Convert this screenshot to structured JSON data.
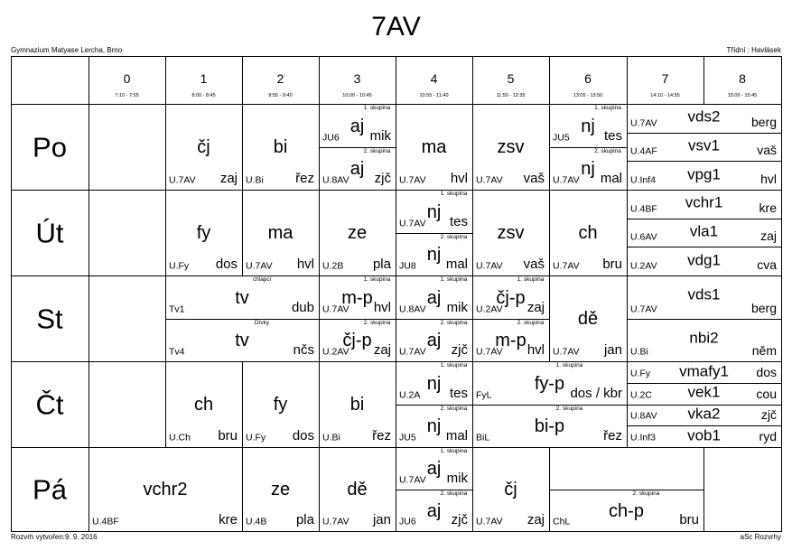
{
  "title": "7AV",
  "school": "Gymnazium Matyase Lercha, Brno",
  "class_teacher": "Třídní : Havlásek",
  "footer_left": "Rozvrh vytvořen:9. 9. 2016",
  "footer_right": "aSc Rozvrhy",
  "periods": [
    {
      "n": "0",
      "t": "7:10 - 7:55"
    },
    {
      "n": "1",
      "t": "8:00 - 8:45"
    },
    {
      "n": "2",
      "t": "8:55 - 9:40"
    },
    {
      "n": "3",
      "t": "10:00 - 10:45"
    },
    {
      "n": "4",
      "t": "10:55 - 11:40"
    },
    {
      "n": "5",
      "t": "11:50 - 12:35"
    },
    {
      "n": "6",
      "t": "13:05 - 13:50"
    },
    {
      "n": "7",
      "t": "14:10 - 14:55"
    },
    {
      "n": "8",
      "t": "15:00 - 15:45"
    }
  ],
  "days": [
    "Po",
    "Út",
    "St",
    "Čt",
    "Pá"
  ],
  "lessons": [
    {
      "d": 0,
      "p0": 1,
      "p1": 1,
      "s": "čj",
      "r": "U.7AV",
      "t": "zaj"
    },
    {
      "d": 0,
      "p0": 2,
      "p1": 2,
      "s": "bi",
      "r": "U.Bi",
      "t": "řez"
    },
    {
      "d": 0,
      "p0": 3,
      "p1": 3,
      "k": 0,
      "n": 2,
      "g": "1. skupina",
      "s": "aj",
      "t": "mik",
      "r": "JU6",
      "st": "a"
    },
    {
      "d": 0,
      "p0": 3,
      "p1": 3,
      "k": 1,
      "n": 2,
      "g": "2. skupina",
      "s": "aj",
      "t": "zjč",
      "r": "U.8AV",
      "st": "b"
    },
    {
      "d": 0,
      "p0": 4,
      "p1": 4,
      "s": "ma",
      "r": "U.7AV",
      "t": "hvl"
    },
    {
      "d": 0,
      "p0": 5,
      "p1": 5,
      "s": "zsv",
      "r": "U.7AV",
      "t": "vaš"
    },
    {
      "d": 0,
      "p0": 6,
      "p1": 6,
      "k": 0,
      "n": 2,
      "g": "1. skupina",
      "s": "nj",
      "t": "tes",
      "r": "JU5",
      "st": "a"
    },
    {
      "d": 0,
      "p0": 6,
      "p1": 6,
      "k": 1,
      "n": 2,
      "g": "2. skupina",
      "s": "nj",
      "t": "mal",
      "r": "U.7AV",
      "st": "b"
    },
    {
      "d": 0,
      "p0": 7,
      "p1": 8,
      "k": 0,
      "n": 3,
      "s": "vds2",
      "r": "U.7AV",
      "t": "berg",
      "st": "c"
    },
    {
      "d": 0,
      "p0": 7,
      "p1": 8,
      "k": 1,
      "n": 3,
      "s": "vsv1",
      "r": "U.4AF",
      "t": "vaš",
      "st": "c"
    },
    {
      "d": 0,
      "p0": 7,
      "p1": 8,
      "k": 2,
      "n": 3,
      "s": "vpg1",
      "r": "U.Inf4",
      "t": "hvl",
      "st": "c"
    },
    {
      "d": 1,
      "p0": 1,
      "p1": 1,
      "s": "fy",
      "r": "U.Fy",
      "t": "dos"
    },
    {
      "d": 1,
      "p0": 2,
      "p1": 2,
      "s": "ma",
      "r": "U.7AV",
      "t": "hvl"
    },
    {
      "d": 1,
      "p0": 3,
      "p1": 3,
      "s": "ze",
      "r": "U.2B",
      "t": "pla"
    },
    {
      "d": 1,
      "p0": 4,
      "p1": 4,
      "k": 0,
      "n": 2,
      "g": "1. skupina",
      "s": "nj",
      "t": "tes",
      "r": "U.7AV",
      "st": "b"
    },
    {
      "d": 1,
      "p0": 4,
      "p1": 4,
      "k": 1,
      "n": 2,
      "g": "2. skupina",
      "s": "nj",
      "t": "mal",
      "r": "JU8",
      "st": "b"
    },
    {
      "d": 1,
      "p0": 5,
      "p1": 5,
      "s": "zsv",
      "r": "U.7AV",
      "t": "vaš"
    },
    {
      "d": 1,
      "p0": 6,
      "p1": 6,
      "s": "ch",
      "r": "U.7AV",
      "t": "bru"
    },
    {
      "d": 1,
      "p0": 7,
      "p1": 8,
      "k": 0,
      "n": 3,
      "s": "vchr1",
      "r": "U.4BF",
      "t": "kre",
      "st": "c"
    },
    {
      "d": 1,
      "p0": 7,
      "p1": 8,
      "k": 1,
      "n": 3,
      "s": "vla1",
      "r": "U.6AV",
      "t": "zaj",
      "st": "c"
    },
    {
      "d": 1,
      "p0": 7,
      "p1": 8,
      "k": 2,
      "n": 3,
      "s": "vdg1",
      "r": "U.2AV",
      "t": "cva",
      "st": "c"
    },
    {
      "d": 2,
      "p0": 1,
      "p1": 2,
      "k": 0,
      "n": 2,
      "g": "chlapci",
      "s": "tv",
      "t": "dub",
      "r": "Tv1",
      "st": "d"
    },
    {
      "d": 2,
      "p0": 1,
      "p1": 2,
      "k": 1,
      "n": 2,
      "g": "Dívky",
      "s": "tv",
      "t": "nčs",
      "r": "Tv4",
      "st": "d"
    },
    {
      "d": 2,
      "p0": 3,
      "p1": 3,
      "k": 0,
      "n": 2,
      "g": "1. skupina",
      "s": "m-p",
      "t": "hvl",
      "r": "U.7AV",
      "st": "b"
    },
    {
      "d": 2,
      "p0": 3,
      "p1": 3,
      "k": 1,
      "n": 2,
      "g": "2. skupina",
      "s": "čj-p",
      "t": "zaj",
      "r": "U.2AV",
      "st": "b"
    },
    {
      "d": 2,
      "p0": 4,
      "p1": 4,
      "k": 0,
      "n": 2,
      "g": "1. skupina",
      "s": "aj",
      "t": "mik",
      "r": "U.8AV",
      "st": "b"
    },
    {
      "d": 2,
      "p0": 4,
      "p1": 4,
      "k": 1,
      "n": 2,
      "g": "2. skupina",
      "s": "aj",
      "t": "zjč",
      "r": "U.7AV",
      "st": "b"
    },
    {
      "d": 2,
      "p0": 5,
      "p1": 5,
      "k": 0,
      "n": 2,
      "g": "1. skupina",
      "s": "čj-p",
      "t": "zaj",
      "r": "U.2AV",
      "st": "b"
    },
    {
      "d": 2,
      "p0": 5,
      "p1": 5,
      "k": 1,
      "n": 2,
      "g": "2. skupina",
      "s": "m-p",
      "t": "hvl",
      "r": "U.7AV",
      "st": "b"
    },
    {
      "d": 2,
      "p0": 6,
      "p1": 6,
      "s": "dě",
      "r": "U.7AV",
      "t": "jan"
    },
    {
      "d": 2,
      "p0": 7,
      "p1": 8,
      "k": 0,
      "n": 2,
      "s": "vds1",
      "r": "U.7AV",
      "t": "berg",
      "st": "c"
    },
    {
      "d": 2,
      "p0": 7,
      "p1": 8,
      "k": 1,
      "n": 2,
      "s": "nbi2",
      "r": "U.Bi",
      "t": "něm",
      "st": "c"
    },
    {
      "d": 3,
      "p0": 1,
      "p1": 1,
      "s": "ch",
      "r": "U.Ch",
      "t": "bru"
    },
    {
      "d": 3,
      "p0": 2,
      "p1": 2,
      "s": "fy",
      "r": "U.Fy",
      "t": "dos"
    },
    {
      "d": 3,
      "p0": 3,
      "p1": 3,
      "s": "bi",
      "r": "U.Bi",
      "t": "řez"
    },
    {
      "d": 3,
      "p0": 4,
      "p1": 4,
      "k": 0,
      "n": 2,
      "g": "1. skupina",
      "s": "nj",
      "t": "tes",
      "r": "U.2A",
      "st": "b"
    },
    {
      "d": 3,
      "p0": 4,
      "p1": 4,
      "k": 1,
      "n": 2,
      "g": "2. skupina",
      "s": "nj",
      "t": "mal",
      "r": "JU5",
      "st": "b"
    },
    {
      "d": 3,
      "p0": 5,
      "p1": 6,
      "k": 0,
      "n": 2,
      "g": "1. skupina",
      "s": "fy-p",
      "t": "dos / kbr",
      "r": "FyL",
      "st": "b"
    },
    {
      "d": 3,
      "p0": 5,
      "p1": 6,
      "k": 1,
      "n": 2,
      "g": "2. skupina",
      "s": "bi-p",
      "t": "řez",
      "r": "BiL",
      "st": "b"
    },
    {
      "d": 3,
      "p0": 7,
      "p1": 8,
      "k": 0,
      "n": 4,
      "s": "vmafy1",
      "r": "U.Fy",
      "t": "dos",
      "st": "c"
    },
    {
      "d": 3,
      "p0": 7,
      "p1": 8,
      "k": 1,
      "n": 4,
      "s": "vek1",
      "r": "U.2C",
      "t": "cou",
      "st": "c"
    },
    {
      "d": 3,
      "p0": 7,
      "p1": 8,
      "k": 2,
      "n": 4,
      "s": "vka2",
      "r": "U.8AV",
      "t": "zjč",
      "st": "c"
    },
    {
      "d": 3,
      "p0": 7,
      "p1": 8,
      "k": 3,
      "n": 4,
      "s": "vob1",
      "r": "U.Inf3",
      "t": "ryd",
      "st": "c"
    },
    {
      "d": 4,
      "p0": 0,
      "p1": 1,
      "s": "vchr2",
      "r": "U.4BF",
      "t": "kre"
    },
    {
      "d": 4,
      "p0": 2,
      "p1": 2,
      "s": "ze",
      "r": "U.4B",
      "t": "pla"
    },
    {
      "d": 4,
      "p0": 3,
      "p1": 3,
      "s": "dě",
      "r": "U.7AV",
      "t": "jan"
    },
    {
      "d": 4,
      "p0": 4,
      "p1": 4,
      "k": 0,
      "n": 2,
      "g": "1. skupina",
      "s": "aj",
      "t": "mik",
      "r": "U.7AV",
      "st": "b"
    },
    {
      "d": 4,
      "p0": 4,
      "p1": 4,
      "k": 1,
      "n": 2,
      "g": "2. skupina",
      "s": "aj",
      "t": "zjč",
      "r": "JU6",
      "st": "b"
    },
    {
      "d": 4,
      "p0": 5,
      "p1": 5,
      "s": "čj",
      "r": "U.7AV",
      "t": "zaj"
    },
    {
      "d": 4,
      "p0": 6,
      "p1": 7,
      "k": 1,
      "n": 2,
      "g": "2. skupina",
      "s": "ch-p",
      "t": "bru",
      "r": "ChL",
      "st": "b"
    }
  ]
}
